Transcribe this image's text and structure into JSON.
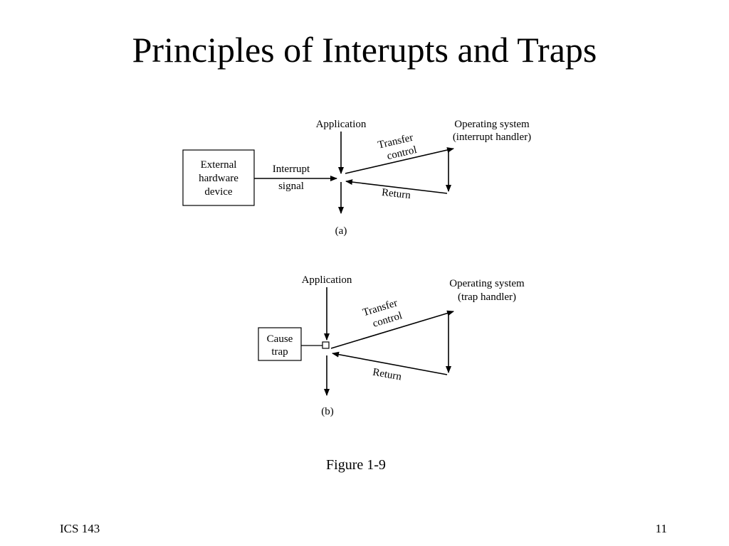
{
  "slide": {
    "title": "Principles of Interupts and Traps",
    "caption": "Figure 1-9",
    "footer_left": "ICS 143",
    "page_number": "11"
  },
  "diagram_a": {
    "application_label": "Application",
    "os_label_line1": "Operating system",
    "os_label_line2": "(interrupt handler)",
    "device_line1": "External",
    "device_line2": "hardware",
    "device_line3": "device",
    "signal_line1": "Interrupt",
    "signal_line2": "signal",
    "transfer_line1": "Transfer",
    "transfer_line2": "control",
    "return_label": "Return",
    "sublabel": "(a)"
  },
  "diagram_b": {
    "application_label": "Application",
    "os_label_line1": "Operating system",
    "os_label_line2": "(trap handler)",
    "cause_line1": "Cause",
    "cause_line2": "trap",
    "transfer_line1": "Transfer",
    "transfer_line2": "control",
    "return_label": "Return",
    "sublabel": "(b)"
  }
}
